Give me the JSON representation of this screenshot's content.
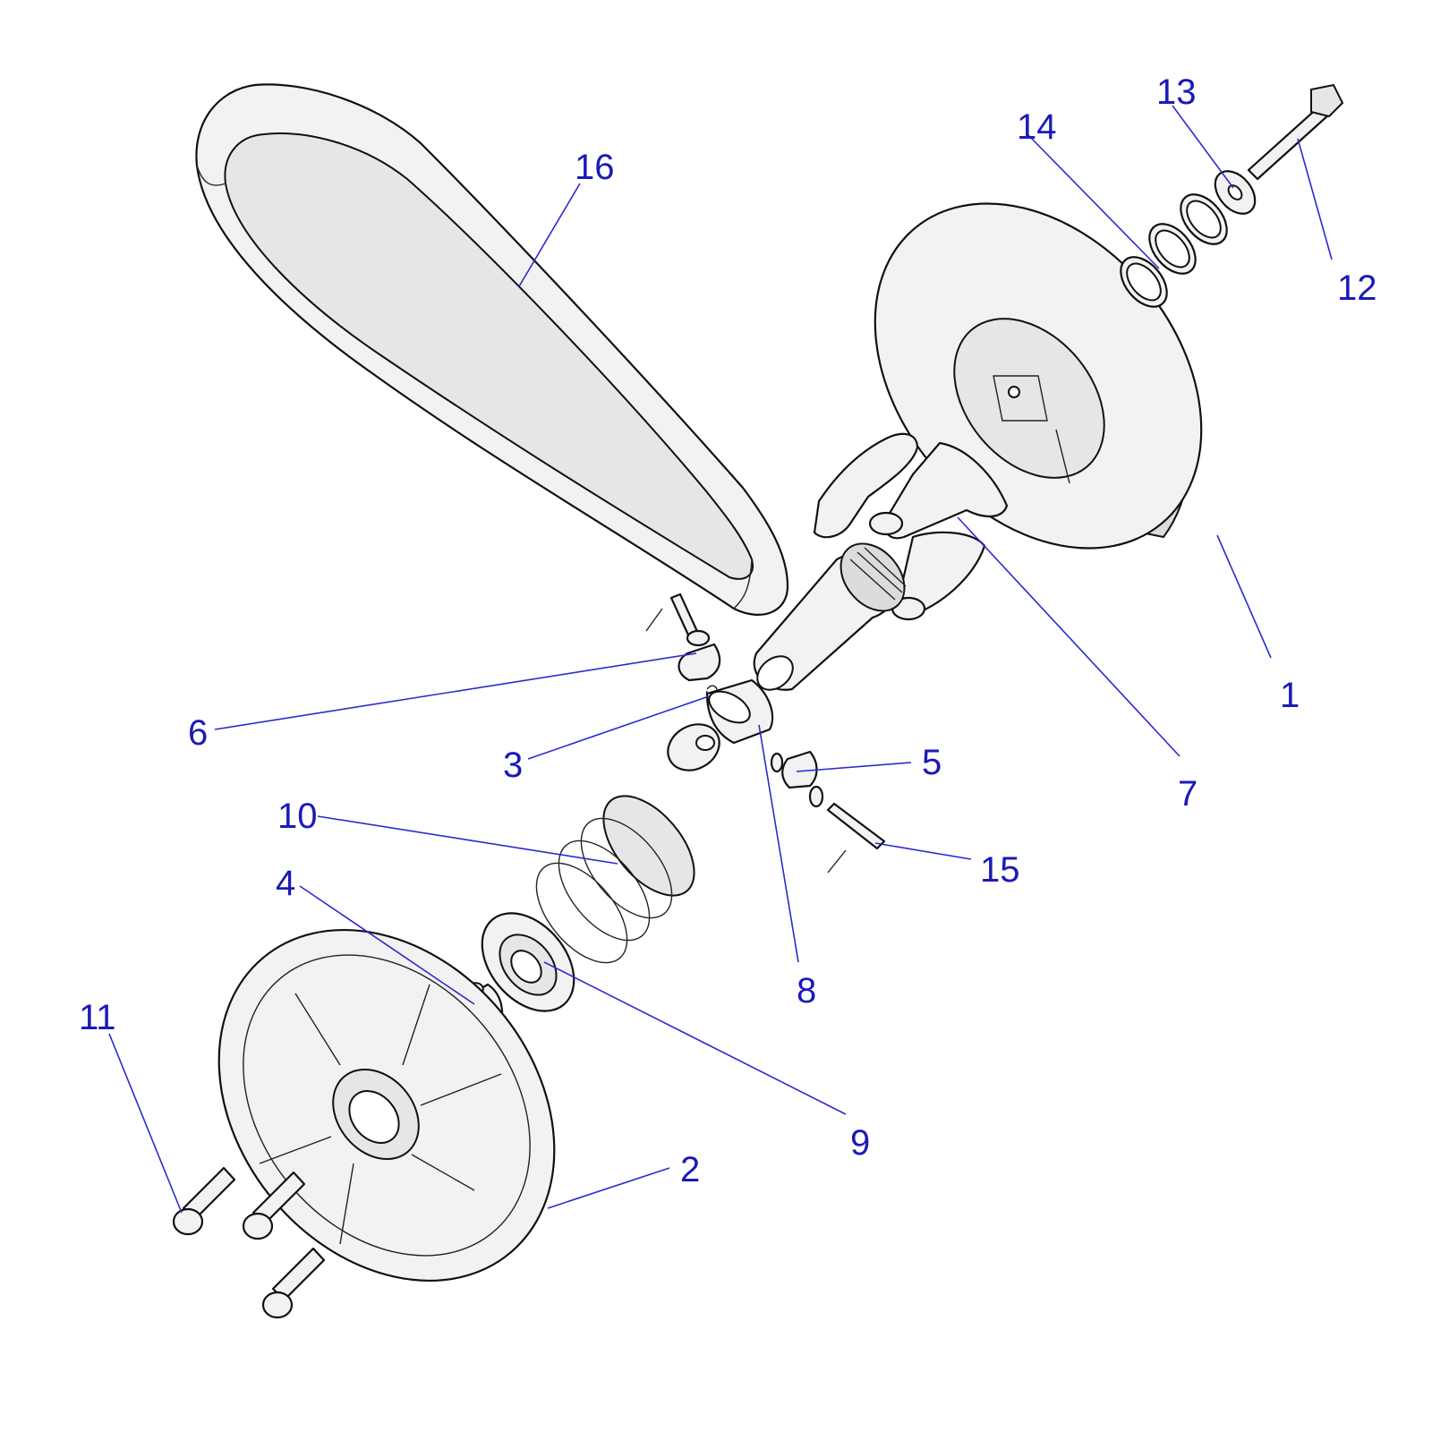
{
  "diagram": {
    "callouts": [
      {
        "id": "c1",
        "label": "1"
      },
      {
        "id": "c2",
        "label": "2"
      },
      {
        "id": "c3",
        "label": "3"
      },
      {
        "id": "c4",
        "label": "4"
      },
      {
        "id": "c5",
        "label": "5"
      },
      {
        "id": "c6",
        "label": "6"
      },
      {
        "id": "c7",
        "label": "7"
      },
      {
        "id": "c8",
        "label": "8"
      },
      {
        "id": "c9",
        "label": "9"
      },
      {
        "id": "c10",
        "label": "10"
      },
      {
        "id": "c11",
        "label": "11"
      },
      {
        "id": "c12",
        "label": "12"
      },
      {
        "id": "c13",
        "label": "13"
      },
      {
        "id": "c14",
        "label": "14"
      },
      {
        "id": "c15",
        "label": "15"
      },
      {
        "id": "c16",
        "label": "16"
      }
    ],
    "colors": {
      "callout_text": "#1a1ab8",
      "leader_line": "#2a2ad0",
      "part_outline": "#111111",
      "part_fill": "#f2f2f2"
    }
  }
}
